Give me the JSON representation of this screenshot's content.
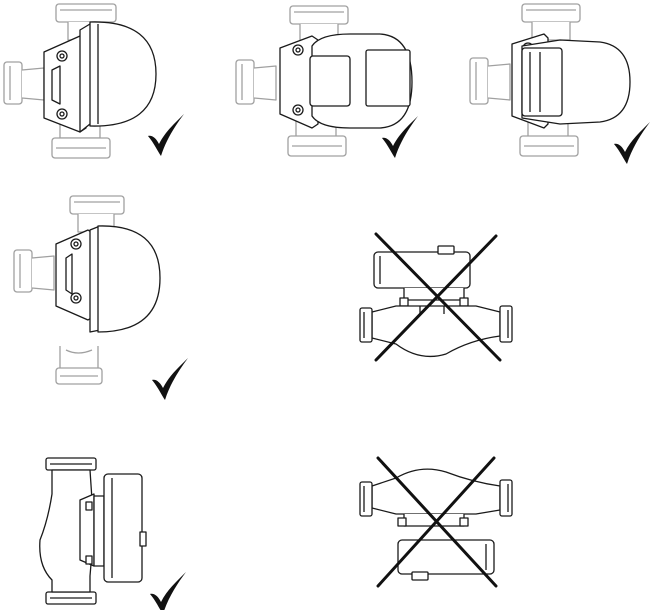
{
  "figure": {
    "panels": [
      {
        "id": "vertical-flow-motor-right",
        "status": "correct",
        "symbol": "checkmark-icon"
      },
      {
        "id": "vertical-flow-motor-right-rotated",
        "status": "correct",
        "symbol": "checkmark-icon"
      },
      {
        "id": "vertical-flow-motor-right-rotated-alt",
        "status": "correct",
        "symbol": "checkmark-icon"
      },
      {
        "id": "vertical-flow-motor-right-lower-pipe-detached",
        "status": "correct",
        "symbol": "checkmark-icon"
      },
      {
        "id": "horizontal-flow-motor-above",
        "status": "incorrect",
        "symbol": "cross-icon"
      },
      {
        "id": "vertical-flow-side-view",
        "status": "correct",
        "symbol": "checkmark-icon"
      },
      {
        "id": "horizontal-flow-motor-below",
        "status": "incorrect",
        "symbol": "cross-icon"
      }
    ],
    "colors": {
      "line": "#1a1a1a",
      "faded_line": "#9a9a9a",
      "fill": "#ffffff"
    }
  }
}
